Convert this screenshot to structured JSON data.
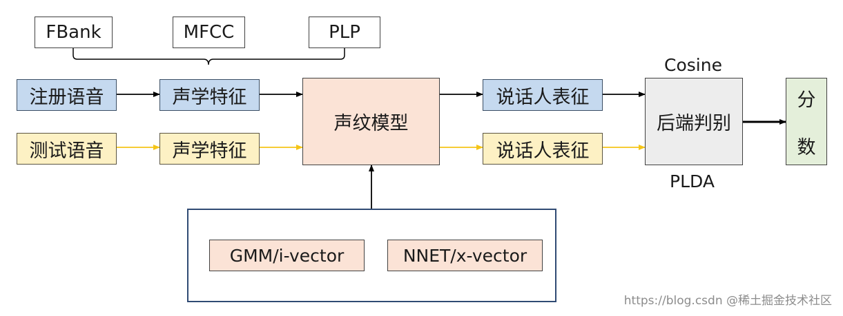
{
  "feature_types": [
    "FBank",
    "MFCC",
    "PLP"
  ],
  "enroll": {
    "speech": "注册语音",
    "feature": "声学特征",
    "embedding": "说话人表征"
  },
  "test": {
    "speech": "测试语音",
    "feature": "声学特征",
    "embedding": "说话人表征"
  },
  "model": {
    "title": "声纹模型",
    "options": [
      "GMM/i-vector",
      "NNET/x-vector"
    ]
  },
  "backend": {
    "title": "后端判别",
    "method_top": "Cosine",
    "method_bottom": "PLDA"
  },
  "score": {
    "chars": [
      "分",
      "数"
    ]
  },
  "watermark": "https://blog.csdn @稀土掘金技术社区",
  "colors": {
    "enroll_fill": "#c5d9ef",
    "test_fill": "#fdf1c4",
    "test_arrow": "#f5c518",
    "model_fill": "#fbe3d6",
    "backend_fill": "#ededed",
    "score_fill": "#e4efda",
    "container_border": "#2f4a73"
  }
}
